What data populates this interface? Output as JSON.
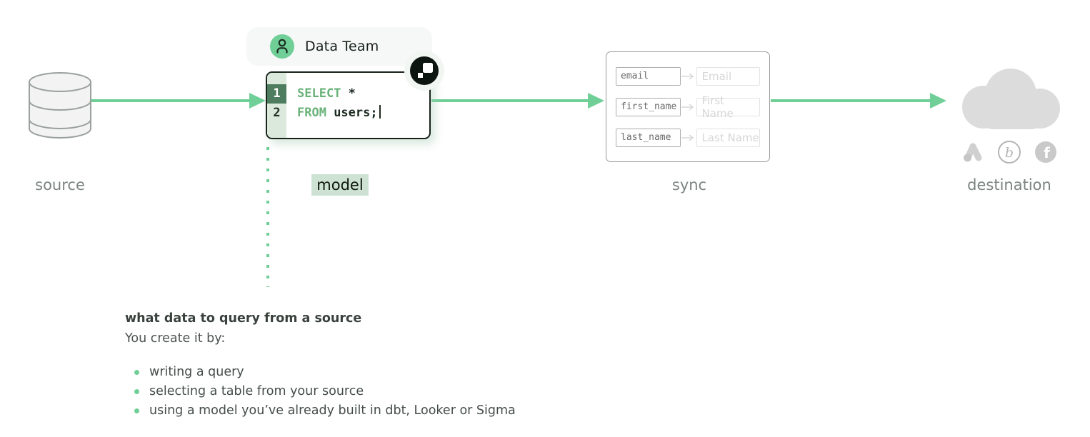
{
  "stages": {
    "source": "source",
    "model": "model",
    "sync": "sync",
    "destination": "destination"
  },
  "data_team": {
    "label": "Data Team"
  },
  "code_editor": {
    "lines": [
      {
        "num": "1",
        "keyword": "SELECT",
        "rest": " *"
      },
      {
        "num": "2",
        "keyword": "FROM",
        "rest": " users;"
      }
    ]
  },
  "sync_box": {
    "mappings": [
      {
        "source_field": "email",
        "dest_field": "Email"
      },
      {
        "source_field": "first_name",
        "dest_field": "First Name"
      },
      {
        "source_field": "last_name",
        "dest_field": "Last Name"
      }
    ]
  },
  "destination_logos": [
    "google-ads",
    "braze",
    "facebook"
  ],
  "note": {
    "title": "what data to query from a source",
    "subtitle": "You create it by:",
    "bullets": [
      "writing a query",
      "selecting a table from your source",
      "using a model you’ve already built in dbt, Looker or Sigma"
    ]
  },
  "colors": {
    "accent_green": "#6fcf97",
    "keyword_green": "#69b278",
    "gutter_green": "#dbe9dd",
    "line_highlight_green": "#4d7c5e",
    "model_highlight": "#cde2d3",
    "label_gray": "#7b847f",
    "cloud_gray": "#dcdcdc"
  }
}
